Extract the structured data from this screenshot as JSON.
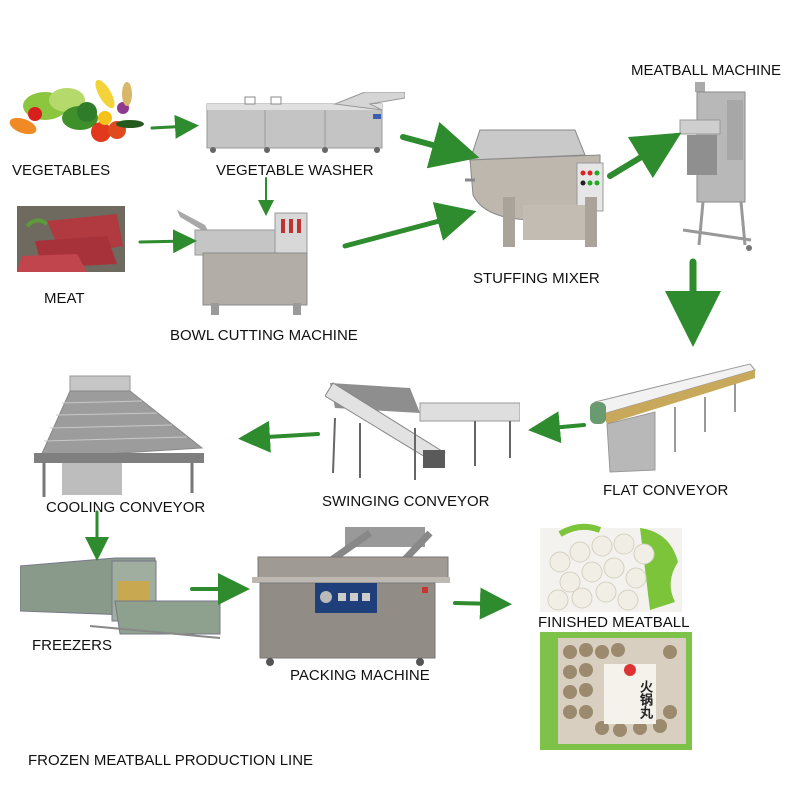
{
  "title": "FROZEN MEATBALL PRODUCTION LINE",
  "colors": {
    "arrow": "#2e8b2e",
    "text": "#111111",
    "steel": "#b5b5b5",
    "background": "#ffffff"
  },
  "nodes": [
    {
      "id": "vegetables",
      "label": "VEGETABLES",
      "image": "vegetables-photo"
    },
    {
      "id": "vegetable-washer",
      "label": "VEGETABLE WASHER",
      "image": "vegetable-washer-machine"
    },
    {
      "id": "meat",
      "label": "MEAT",
      "image": "raw-meat-photo"
    },
    {
      "id": "bowl-cutting-machine",
      "label": "BOWL CUTTING MACHINE",
      "image": "bowl-cutter-machine"
    },
    {
      "id": "stuffing-mixer",
      "label": "STUFFING MIXER",
      "image": "stuffing-mixer-machine"
    },
    {
      "id": "meatball-machine",
      "label": "MEATBALL MACHINE",
      "image": "meatball-forming-machine"
    },
    {
      "id": "flat-conveyor",
      "label": "FLAT CONVEYOR",
      "image": "flat-conveyor-machine"
    },
    {
      "id": "swinging-conveyor",
      "label": "SWINGING CONVEYOR",
      "image": "swinging-conveyor-machine"
    },
    {
      "id": "cooling-conveyor",
      "label": "COOLING CONVEYOR",
      "image": "cooling-conveyor-machine"
    },
    {
      "id": "freezers",
      "label": "FREEZERS",
      "image": "tunnel-freezer-machine"
    },
    {
      "id": "packing-machine",
      "label": "PACKING MACHINE",
      "image": "vacuum-packing-machine"
    },
    {
      "id": "finished-meatball",
      "label": "FINISHED MEATBALL",
      "image": "meatballs-and-package-photo"
    }
  ],
  "edges": [
    {
      "from": "vegetables",
      "to": "vegetable-washer"
    },
    {
      "from": "vegetable-washer",
      "to": "bowl-cutting-machine"
    },
    {
      "from": "meat",
      "to": "bowl-cutting-machine"
    },
    {
      "from": "vegetable-washer",
      "to": "stuffing-mixer"
    },
    {
      "from": "bowl-cutting-machine",
      "to": "stuffing-mixer"
    },
    {
      "from": "stuffing-mixer",
      "to": "meatball-machine"
    },
    {
      "from": "meatball-machine",
      "to": "flat-conveyor"
    },
    {
      "from": "flat-conveyor",
      "to": "swinging-conveyor"
    },
    {
      "from": "swinging-conveyor",
      "to": "cooling-conveyor"
    },
    {
      "from": "cooling-conveyor",
      "to": "freezers"
    },
    {
      "from": "freezers",
      "to": "packing-machine"
    },
    {
      "from": "packing-machine",
      "to": "finished-meatball"
    }
  ],
  "package_text": "火锅丸"
}
